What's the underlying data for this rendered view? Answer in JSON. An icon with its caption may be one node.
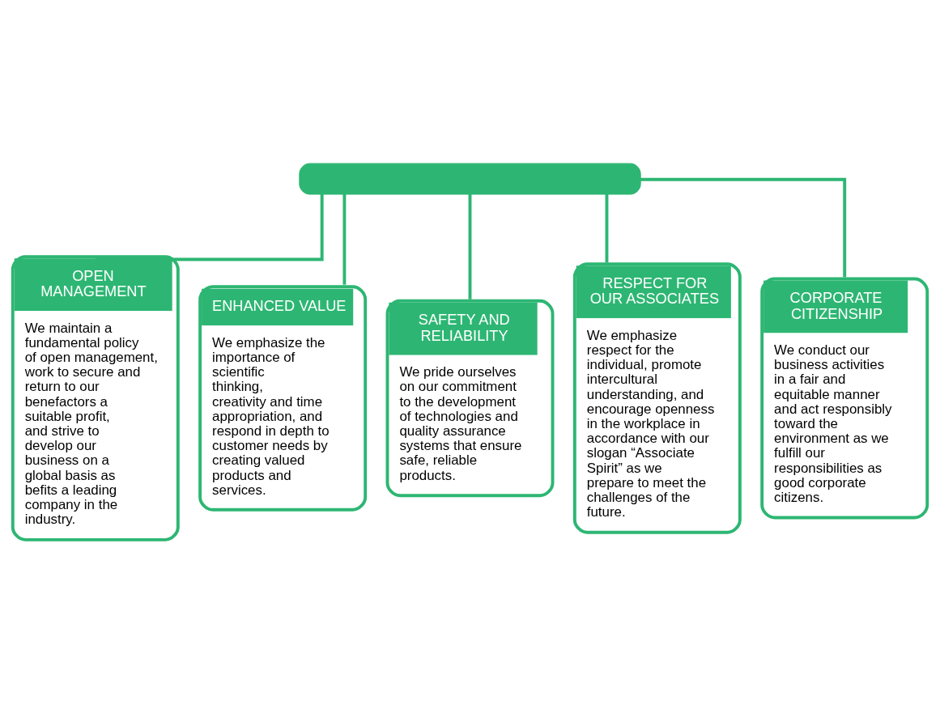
{
  "diagram": {
    "nodes": [
      {
        "text": [],
        "shape": "box"
      },
      {
        "text": [
          "OPEN MANAGEMENT",
          "We maintain a fundamental policy of open management, work to secure and return to our benefactors a suitable profit, and strive to develop our business on a global basis as befits a leading company in the industry."
        ]
      },
      {
        "text": [
          "ENHANCED VALUE",
          "We emphasize the importance of scientific thinking, creativity and time appropriation, and respond in depth to customer needs by creating valued products and services."
        ]
      },
      {
        "text": [
          "SAFETY AND RELIABILITY",
          "We pride ourselves on our commitment to the development of technologies and quality assurance systems that ensure safe, reliable products."
        ]
      },
      {
        "text": [
          "RESPECT FOR OUR ASSOCIATES",
          "We emphasize respect for the individual, promote intercultural understanding, and encourage openness in the workplace in accordance with our slogan “Associate Spirit” as we prepare to meet the challenges of the future."
        ]
      },
      {
        "text": [
          "CORPORATE CITIZENSHIP",
          "We conduct our business activities in a fair and equitable manner and act responsibly toward the environment as we fulfill our responsibilities as good corporate citizens."
        ]
      }
    ],
    "edges": [
      {
        "from": 0,
        "to": 1,
        "arrow": "none"
      },
      {
        "from": 0,
        "to": 2,
        "arrow": "none"
      },
      {
        "from": 0,
        "to": 3,
        "arrow": "none"
      },
      {
        "from": 0,
        "to": 4,
        "arrow": "none"
      },
      {
        "from": 0,
        "to": 5,
        "arrow": "none"
      }
    ]
  }
}
